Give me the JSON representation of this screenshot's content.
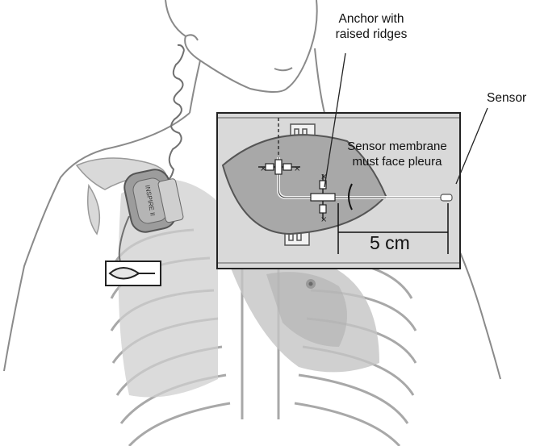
{
  "labels": {
    "anchor": [
      "Anchor with",
      "raised ridges"
    ],
    "sensor": "Sensor",
    "membrane": [
      "Sensor membrane",
      "must face pleura"
    ],
    "distance": "5 cm",
    "device_marking": "INSPIRE II"
  },
  "colors": {
    "line": "#707070",
    "lung_fill": "#c8c8c8",
    "inset_bg": "#dcdcdc",
    "device": "#9a9a9a"
  }
}
